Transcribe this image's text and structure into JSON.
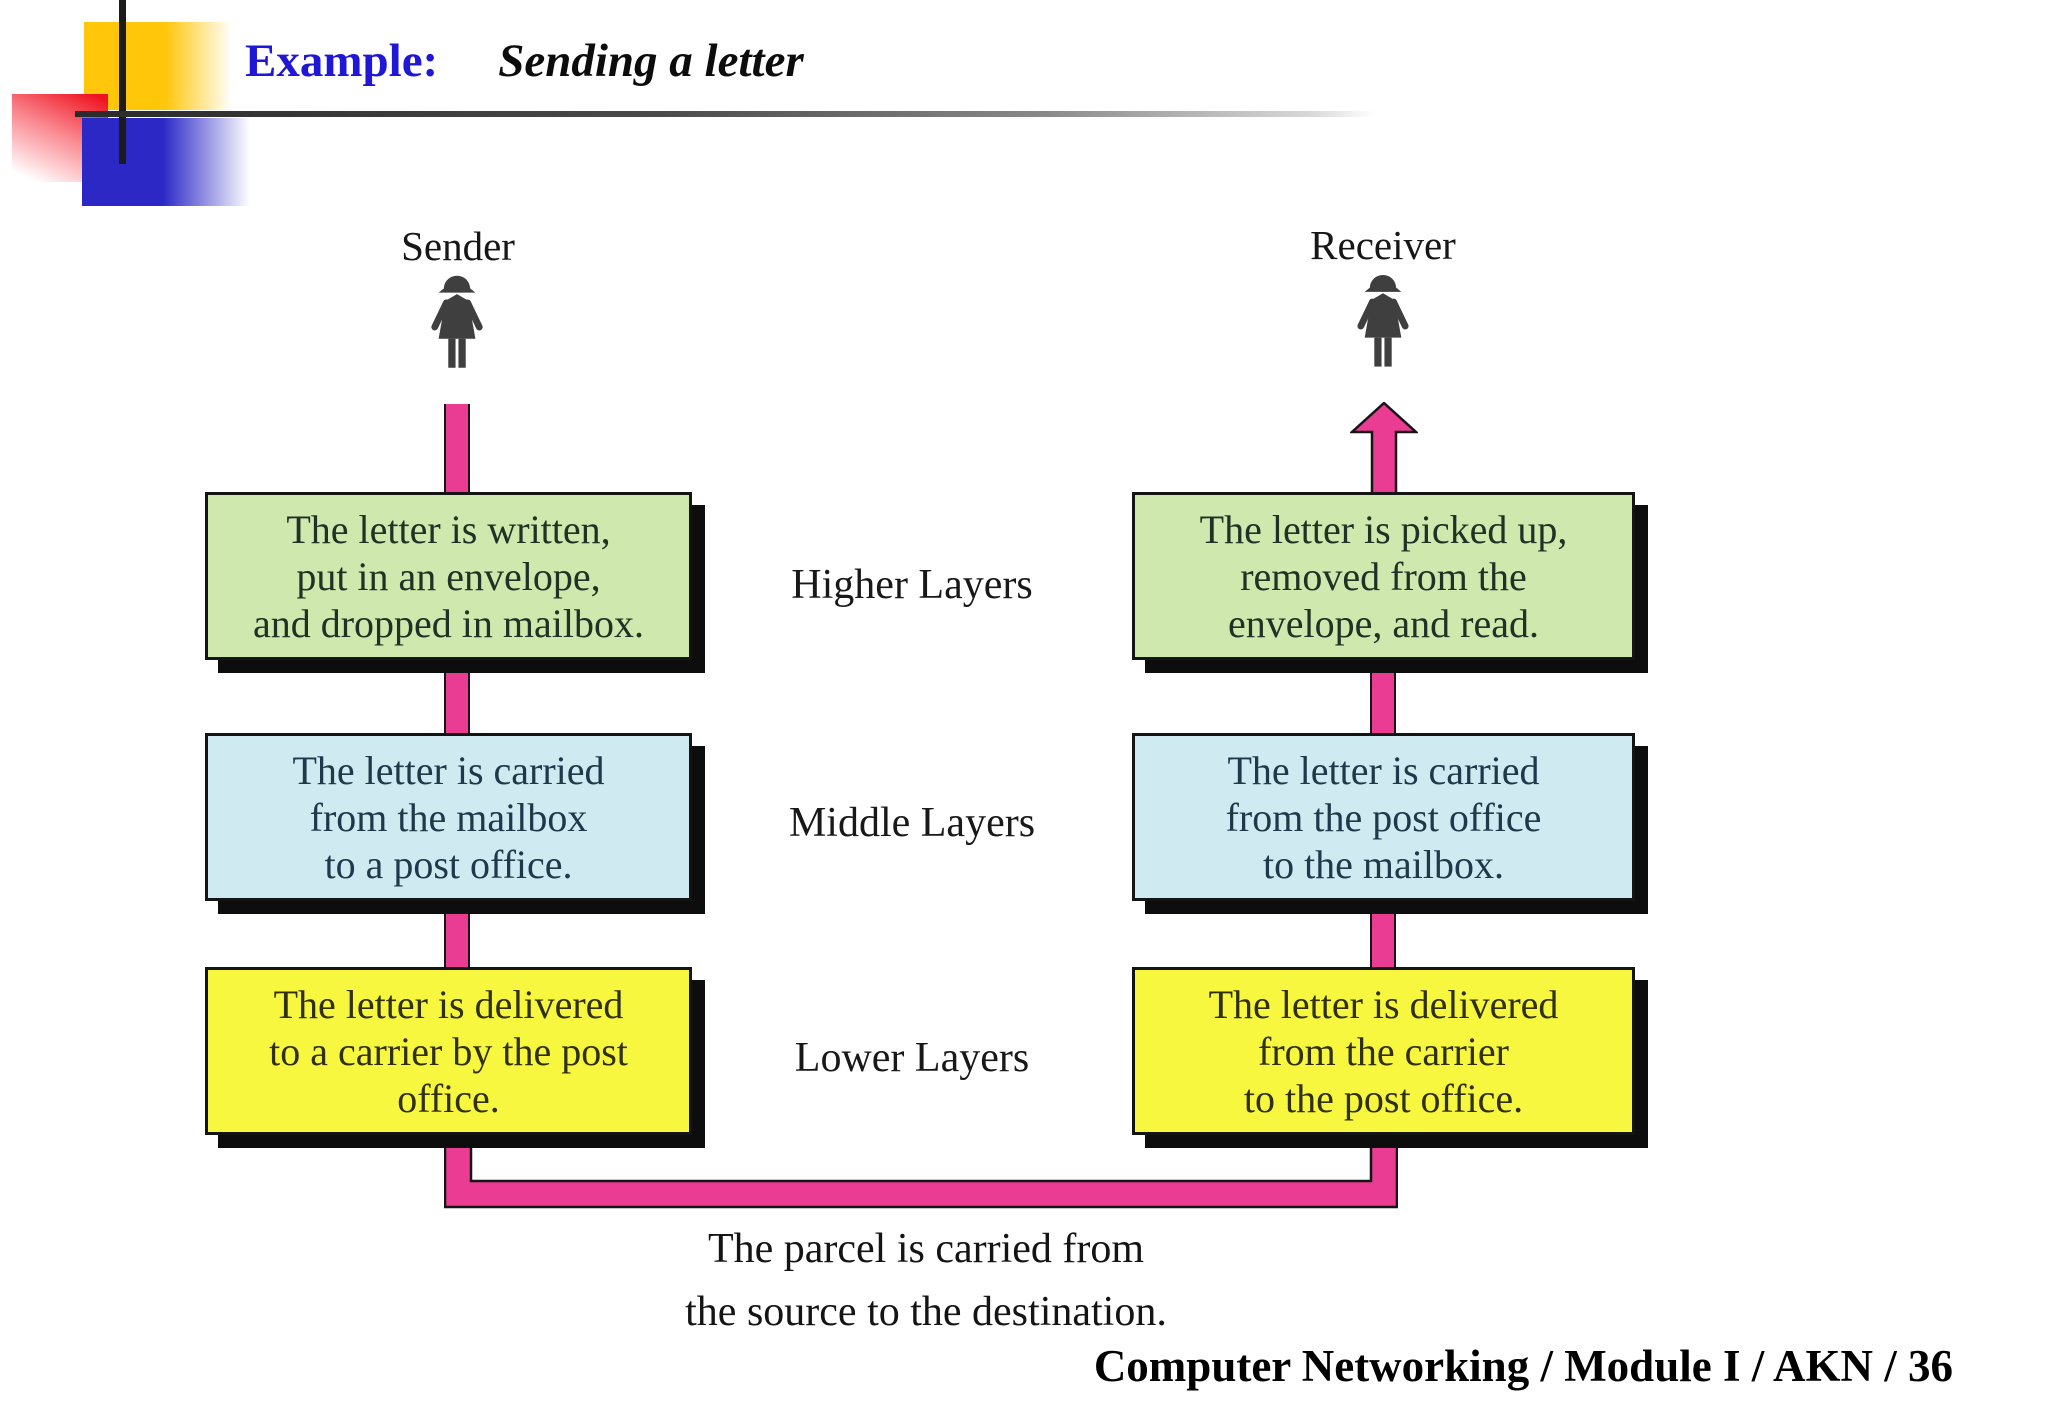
{
  "title": {
    "label": "Example:",
    "subtitle": "Sending a letter"
  },
  "columns": {
    "sender": {
      "label": "Sender"
    },
    "receiver": {
      "label": "Receiver"
    }
  },
  "layers": [
    {
      "label": "Higher Layers"
    },
    {
      "label": "Middle Layers"
    },
    {
      "label": "Lower Layers"
    }
  ],
  "boxes": {
    "sender": [
      {
        "lines": [
          "The letter is written,",
          "put in an envelope,",
          "and dropped in mailbox."
        ]
      },
      {
        "lines": [
          "The letter is carried",
          "from the mailbox",
          "to a post office."
        ]
      },
      {
        "lines": [
          "The letter is delivered",
          "to a carrier by the post",
          "office."
        ]
      }
    ],
    "receiver": [
      {
        "lines": [
          "The letter is picked up,",
          "removed from the",
          "envelope, and read."
        ]
      },
      {
        "lines": [
          "The letter is carried",
          "from the post office",
          "to the mailbox."
        ]
      },
      {
        "lines": [
          "The letter is delivered",
          "from the carrier",
          "to the post office."
        ]
      }
    ]
  },
  "caption": {
    "lines": [
      "The parcel is carried from",
      "the source to the destination."
    ]
  },
  "footer": {
    "label": "Computer Networking / Module I / AKN / 36"
  },
  "icons": {
    "sender": "woman-figure",
    "receiver": "woman-figure",
    "flow": "pink-arrow-path"
  },
  "colors": {
    "pink": "#ea3c92",
    "green": "#cfe8ae",
    "blue": "#d0eaf2",
    "yellow": "#f7f740",
    "title_blue": "#2016d6",
    "icon_gray": "#3f3f3f"
  }
}
